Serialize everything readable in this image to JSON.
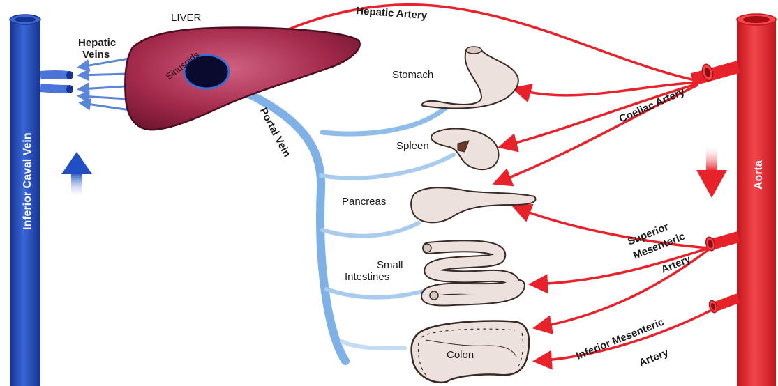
{
  "labels": {
    "liver": "LIVER",
    "hepatic_veins_1": "Hepatic",
    "hepatic_veins_2": "Veins",
    "sinusoids": "Sinusoids",
    "hepatic_artery": "Hepatic Artery",
    "portal_vein": "Portal Vein",
    "coeliac_artery": "Coeliac Artery",
    "superior_mesenteric_1": "Superior",
    "superior_mesenteric_2": "Mesenteric",
    "superior_mesenteric_3": "Artery",
    "inferior_mesenteric_1": "Inferior Mesenteric",
    "inferior_mesenteric_2": "Artery",
    "inferior_caval_vein": "Inferior Caval Vein",
    "aorta": "Aorta",
    "stomach": "Stomach",
    "spleen": "Spleen",
    "pancreas": "Pancreas",
    "small_intestines_1": "Small",
    "small_intestines_2": "Intestines",
    "colon": "Colon"
  },
  "colors": {
    "vein_blue": "#2b55c8",
    "portal_blue": "#6aa6e0",
    "artery_red": "#e8222a",
    "liver": "#a3294a",
    "organ": "#ece1dc"
  }
}
